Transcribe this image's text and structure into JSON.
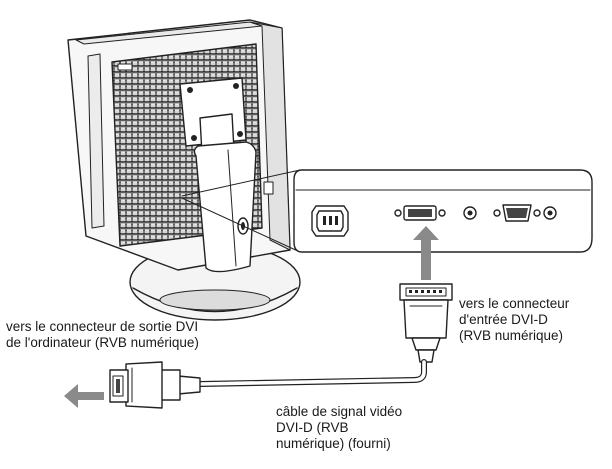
{
  "labels": {
    "output_connector": {
      "line1": "vers le connecteur de sortie DVI",
      "line2": "de l'ordinateur (RVB numérique)"
    },
    "input_connector": {
      "line1": "vers le connecteur",
      "line2": "d'entrée DVI-D",
      "line3": "(RVB numérique)"
    },
    "cable": {
      "line1": "câble de signal vidéo",
      "line2": "DVI-D (RVB",
      "line3": "numérique) (fourni)"
    }
  }
}
